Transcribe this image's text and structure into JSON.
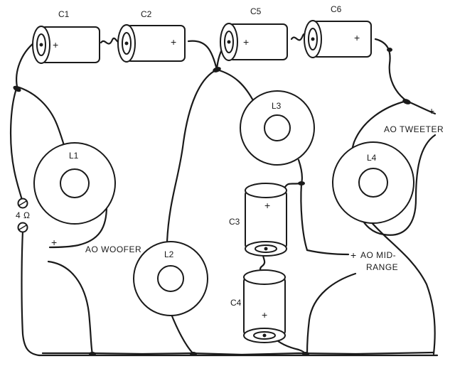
{
  "diagram": {
    "capacitors": {
      "c1": "C1",
      "c2": "C2",
      "c3": "C3",
      "c4": "C4",
      "c5": "C5",
      "c6": "C6"
    },
    "inductors": {
      "l1": "L1",
      "l2": "L2",
      "l3": "L3",
      "l4": "L4"
    },
    "terminals": {
      "input": "4 Ω",
      "woofer": "AO WOOFER",
      "tweeter": "AO TWEETER",
      "midrange_line1": "AO MID-",
      "midrange_line2": "RANGE"
    },
    "polarity_mark": "+"
  }
}
